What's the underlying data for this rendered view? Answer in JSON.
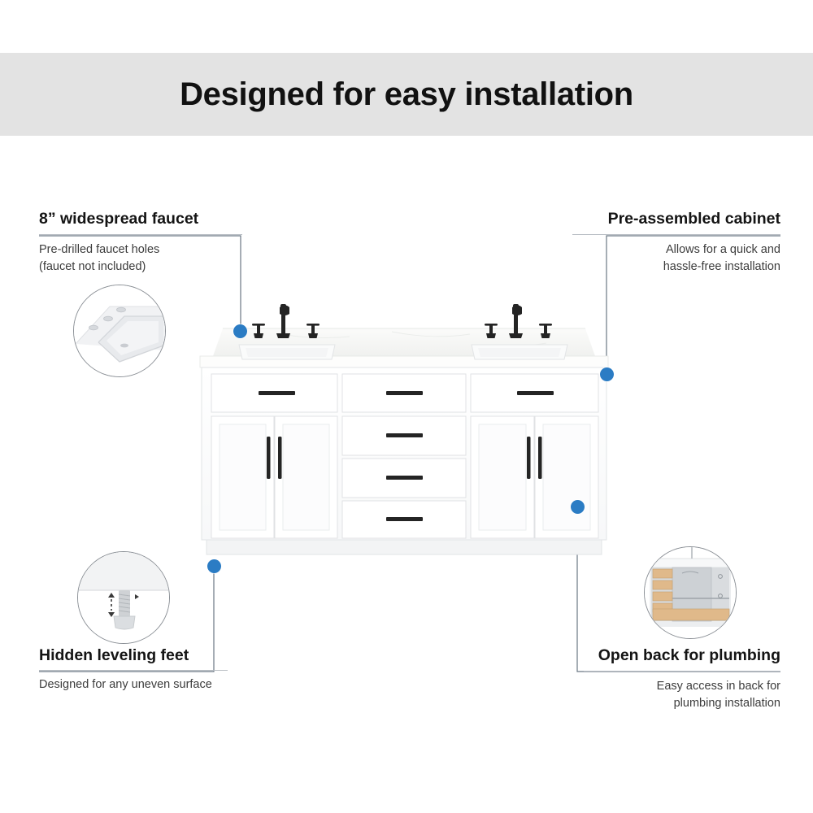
{
  "header": {
    "title": "Designed for easy installation",
    "band_color": "#e3e3e3"
  },
  "accent_color": "#2b7cc4",
  "rule_color": "#b9bec4",
  "callouts": [
    {
      "id": "widespread-faucet",
      "position": "top-left",
      "title": "8” widespread faucet",
      "body": "Pre-drilled faucet holes\n(faucet not included)",
      "inset_icon": "sink-with-faucet-holes-icon"
    },
    {
      "id": "pre-assembled-cabinet",
      "position": "top-right",
      "title": "Pre-assembled cabinet",
      "body": "Allows for  a quick and\nhassle-free installation",
      "inset_icon": null
    },
    {
      "id": "hidden-leveling-feet",
      "position": "bottom-left",
      "title": "Hidden leveling feet",
      "body": "Designed for any uneven surface",
      "inset_icon": "leveling-foot-icon"
    },
    {
      "id": "open-back-plumbing",
      "position": "bottom-right",
      "title": "Open back for plumbing",
      "body": "Easy access in back for\nplumbing installation",
      "inset_icon": "cabinet-open-back-icon"
    }
  ],
  "product": {
    "name": "double-sink-bathroom-vanity",
    "finish_color": "#ffffff",
    "hardware_color": "#242424",
    "countertop_color": "#f6f7f5",
    "sink_count": 2,
    "faucet_count": 2,
    "top_drawer_count": 3,
    "center_drawer_count": 3,
    "door_count": 4
  }
}
